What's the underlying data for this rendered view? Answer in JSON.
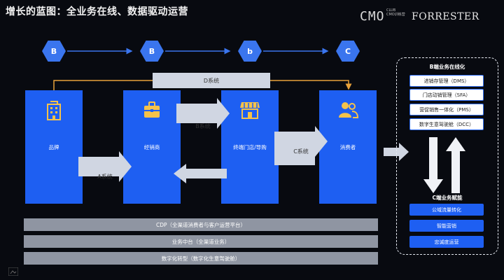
{
  "header": {
    "title": "增长的蓝图：全业务在线、数据驱动运营",
    "brand_cmo": "CMO",
    "brand_club": "CLUB",
    "brand_club_sub": "CMO训练营",
    "brand_forrester": "FORRESTER"
  },
  "chain": {
    "nodes": [
      "B",
      "B",
      "b",
      "C"
    ],
    "d_system": "D系统"
  },
  "columns": [
    {
      "label": "品牌",
      "icon": "building-icon"
    },
    {
      "label": "经销商",
      "icon": "briefcase-icon"
    },
    {
      "label": "终端门店/导购",
      "icon": "storefront-icon"
    },
    {
      "label": "消费者",
      "icon": "people-icon"
    }
  ],
  "systems": {
    "a": "A系统",
    "b": "B系统",
    "c": "C系统"
  },
  "bars": [
    "CDP（全渠道消费者与客户运营平台）",
    "业务中台（全渠道业务）",
    "数字化转型（数字化生意驾驶舱）"
  ],
  "panel": {
    "top_title": "B端业务在线化",
    "top_items": [
      "进销存管理（DMS）",
      "门店动销管理（SFA）",
      "营促销售一体化（PMS）",
      "数字生意驾驶舱（DCC）"
    ],
    "bottom_title": "C端业务赋能",
    "bottom_items": [
      "公域流量转化",
      "智能营销",
      "忠诚度运营"
    ]
  },
  "colors": {
    "accent_blue": "#1e5ff2",
    "line_orange": "#e8a23a",
    "bar_gray": "#8f95a2",
    "arrow_light": "#d0d6e2"
  }
}
